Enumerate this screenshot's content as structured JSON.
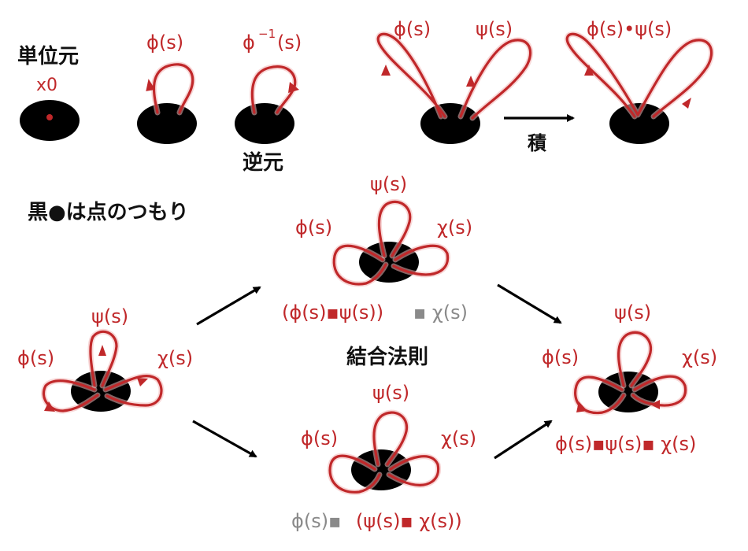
{
  "labels": {
    "identity": "単位元",
    "basepoint": "x0",
    "phi_top": "ϕ(s)",
    "phi_inverse": "ϕ",
    "phi_inverse_exp": "−1",
    "phi_inverse_arg": "(s)",
    "inverse": "逆元",
    "product_phi": "ϕ(s)",
    "product_psi": "ψ(s)",
    "product_result": "ϕ(s)•ψ(s)",
    "product_arrow": "積",
    "note": "黒●は点のつもり",
    "assoc_title": "結合法則",
    "left_psi": "ψ(s)",
    "left_phi": "ϕ(s)",
    "left_chi": "χ(s)",
    "top_psi": "ψ(s)",
    "top_phi": "ϕ(s)",
    "top_chi": "χ(s)",
    "top_formula_a": "(ϕ(s)▪ψ(s))",
    "top_formula_b": "▪ χ(s)",
    "bottom_psi": "ψ(s)",
    "bottom_phi": "ϕ(s)",
    "bottom_chi": "χ(s)",
    "bottom_formula_a": "ϕ(s)▪",
    "bottom_formula_b": "(ψ(s)▪ χ(s))",
    "right_psi": "ψ(s)",
    "right_phi": "ϕ(s)",
    "right_chi": "χ(s)",
    "right_formula": "ϕ(s)▪ψ(s)▪ χ(s)"
  },
  "colors": {
    "loop": "#c0282a",
    "dark_disk": "#000000",
    "gray_text": "#8a8a8a"
  }
}
